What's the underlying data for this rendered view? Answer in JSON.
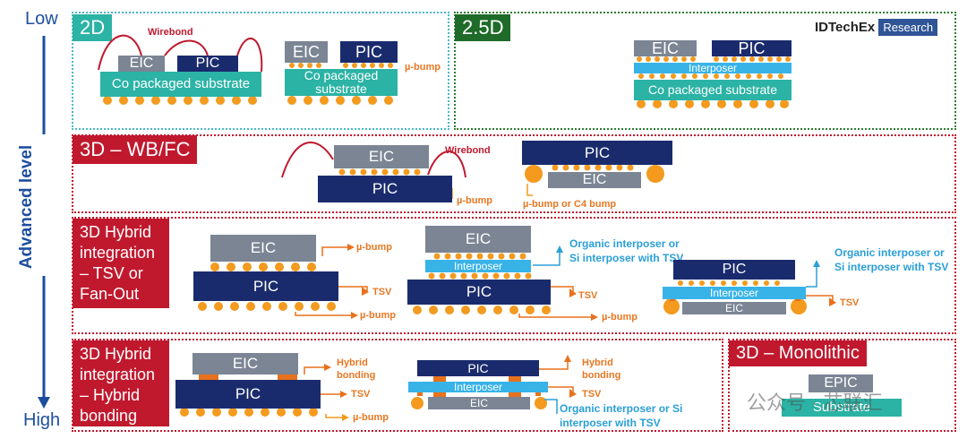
{
  "axis": {
    "low": "Low",
    "high": "High",
    "label": "Advanced level"
  },
  "logo": {
    "brand": "IDTechEx",
    "suffix": "Research"
  },
  "watermark": "公众号 · 芯联汇",
  "panels": {
    "p2d": {
      "tag": "2D"
    },
    "p25d": {
      "tag": "2.5D"
    },
    "p3dwb": {
      "tag": "3D – WB/FC"
    },
    "p3dh": {
      "tag": "3D Hybrid integration – TSV or Fan-Out"
    },
    "p3dhb": {
      "tag": "3D Hybrid integration – Hybrid bonding"
    },
    "p3dm": {
      "tag": "3D – Monolithic"
    }
  },
  "labels": {
    "eic": "EIC",
    "pic": "PIC",
    "epic": "EPIC",
    "wirebond": "Wirebond",
    "co_substrate": "Co packaged substrate",
    "ubump": "µ-bump",
    "interposer": "Interposer",
    "substrate": "Substrate",
    "ubump_c4": "µ-bump or C4 bump",
    "tsv": "TSV",
    "organic_interposer": "Organic interposer or Si interposer with TSV",
    "hybrid_bonding": "Hybrid bonding"
  },
  "colors": {
    "navy": "#1a2b6d",
    "grey": "#7b8594",
    "teal": "#2bb3a5",
    "orange": "#f39a1f",
    "tsv_orange": "#e8711c",
    "blue_interposer": "#38b3e8",
    "red": "#c0192e",
    "green": "#2e7d32"
  }
}
